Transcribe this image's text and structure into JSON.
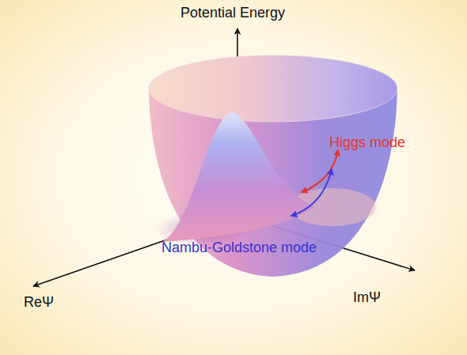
{
  "diagram": {
    "labels": [
      "Potential Energy",
      "Higgs mode",
      "Nambu-Goldstone mode",
      "ReΨ",
      "ImΨ"
    ]
  }
}
